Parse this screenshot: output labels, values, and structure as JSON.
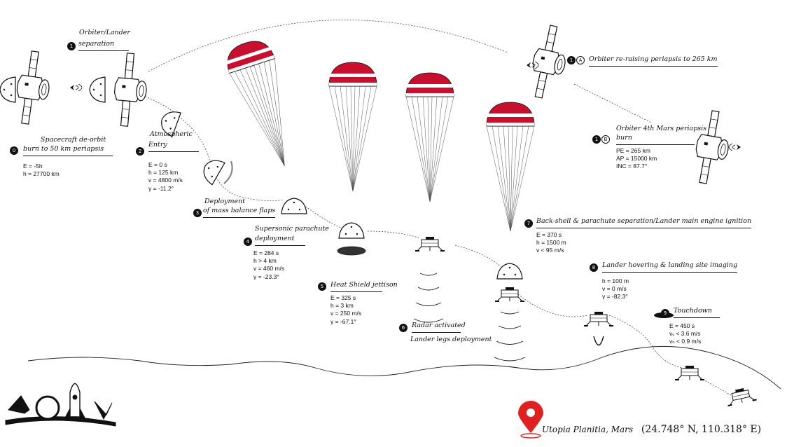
{
  "steps": {
    "s0": {
      "badge": "0",
      "line1": "Spacecraft de-orbit",
      "line2": "burn to 50 km periapsis",
      "stats": [
        "E = -5h",
        "h = 27700 km"
      ]
    },
    "s1": {
      "badge": "1",
      "line1": "Orbiter/Lander",
      "line2": "separation"
    },
    "s1a": {
      "badge": "1",
      "sub": "A",
      "text": "Orbiter re-raising periapsis to 265 km"
    },
    "s1b": {
      "badge": "1",
      "sub": "B",
      "line1": "Orbiter 4th Mars periapsis",
      "line2": "burn",
      "stats": [
        "PE = 265 km",
        "AP = 15000 km",
        "INC = 87.7°"
      ]
    },
    "s2": {
      "badge": "2",
      "line1": "Atmospheric",
      "line2": "Entry",
      "stats": [
        "E = 0 s",
        "h = 125 km",
        "v = 4800 m/s",
        "γ = -11.2°"
      ]
    },
    "s3": {
      "badge": "3",
      "line1": "Deployment",
      "line2": "of mass balance flaps"
    },
    "s4": {
      "badge": "4",
      "line1": "Supersonic parachute",
      "line2": "deployment",
      "stats": [
        "E = 284 s",
        "h > 4 km",
        "v = 460 m/s",
        "γ = -23.3°"
      ]
    },
    "s5": {
      "badge": "5",
      "text": "Heat Shield jettison",
      "stats": [
        "E = 325 s",
        "h = 3 km",
        "v = 250 m/s",
        "γ = -67.1°"
      ]
    },
    "s6": {
      "badge": "6",
      "line1": "Radar activated",
      "line2": "Lander legs deployment"
    },
    "s7": {
      "badge": "7",
      "text": "Back-shell & parachute separation/Lander main engine ignition",
      "stats": [
        "E = 370 s",
        "h = 1500 m",
        "v < 95 m/s"
      ]
    },
    "s8": {
      "badge": "8",
      "text": "Lander hovering & landing site imaging",
      "stats": [
        "h = 100 m",
        "v = 0 m/s",
        "γ = -82.3°"
      ]
    },
    "s9": {
      "badge": "9",
      "text": "Touchdown",
      "stats": [
        "E = 450 s",
        "vᵥ < 3.6 m/s",
        "vₕ < 0.9 m/s"
      ]
    }
  },
  "location": {
    "name": "Utopia Planitia, Mars",
    "coords": "(24.748° N, 110.318° E)",
    "pin_color": "#e02020"
  },
  "colors": {
    "parachute_red": "#c8102e",
    "ink": "#111111"
  }
}
